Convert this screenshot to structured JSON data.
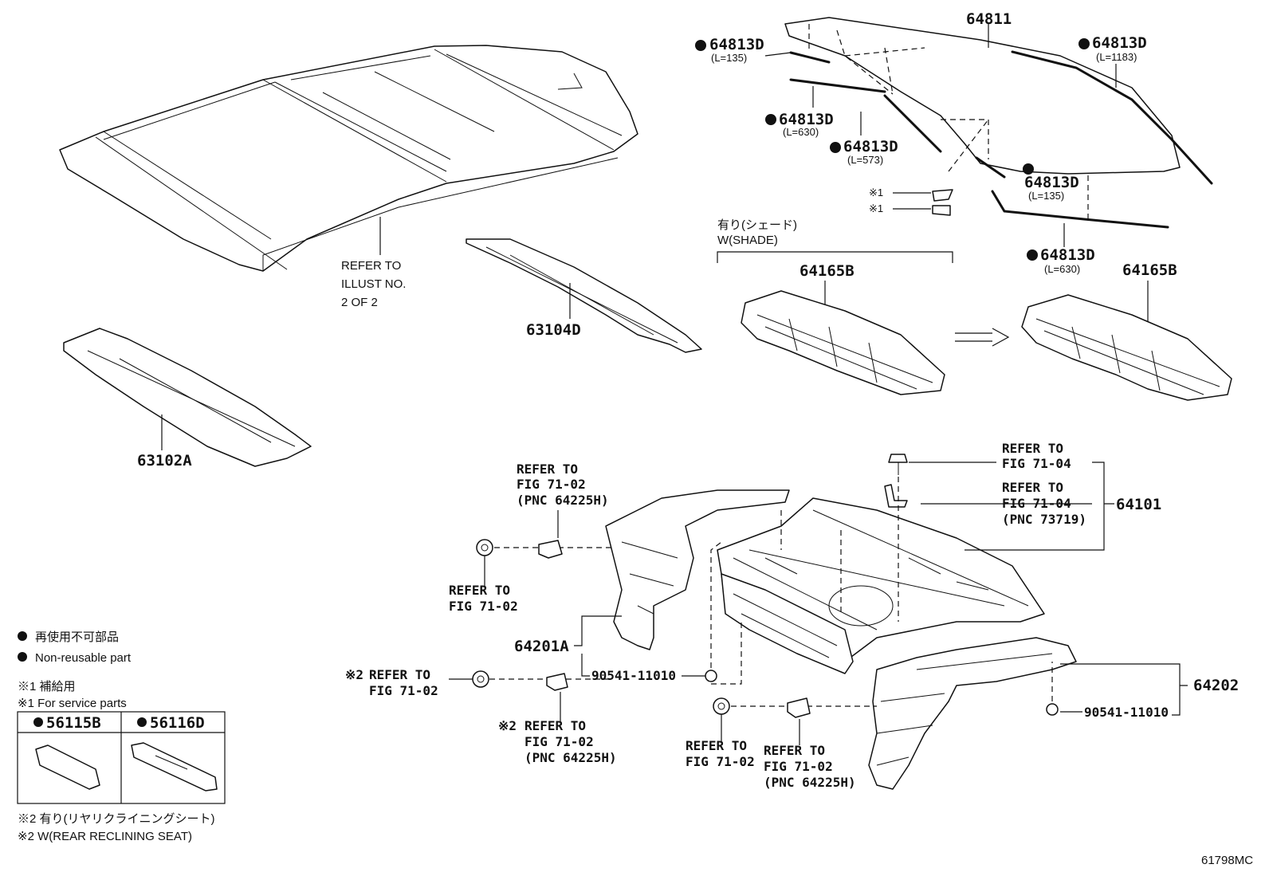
{
  "labels": {
    "p64811": "64811",
    "p64813d_a": "64813D",
    "len_a": "(L=135)",
    "p64813d_b": "64813D",
    "len_b": "(L=1183)",
    "p64813d_c": "64813D",
    "len_c": "(L=630)",
    "p64813d_d": "64813D",
    "len_d": "(L=573)",
    "p64813d_e": "64813D",
    "len_e": "(L=135)",
    "p64813d_f": "64813D",
    "len_f": "(L=630)",
    "service_mark_1": "※1",
    "service_mark_2": "※1",
    "shade_jp": "有り(シェード)",
    "shade_en": "W(SHADE)",
    "p64165b_a": "64165B",
    "p64165b_b": "64165B",
    "p63104d": "63104D",
    "p63102a": "63102A",
    "refer_illust_1": "REFER TO",
    "refer_illust_2": "ILLUST NO.",
    "refer_illust_3": "2 OF 2",
    "p64101": "64101",
    "p64201a": "64201A",
    "p64202": "64202",
    "p90541_a": "90541-11010",
    "p90541_b": "90541-11010",
    "ref_7104_a1": "REFER TO",
    "ref_7104_a2": "FIG 71-04",
    "ref_7104_b1": "REFER TO",
    "ref_7104_b2": "FIG 71-04",
    "ref_7104_b3": "(PNC 73719)",
    "ref_7102_a1": "REFER TO",
    "ref_7102_a2": "FIG 71-02",
    "ref_7102_a3": "(PNC 64225H)",
    "ref_7102_b1": "REFER TO",
    "ref_7102_b2": "FIG 71-02",
    "ref_7102_c0": "※2",
    "ref_7102_c1": "REFER TO",
    "ref_7102_c2": "FIG 71-02",
    "ref_7102_d0": "※2",
    "ref_7102_d1": "REFER TO",
    "ref_7102_d2": "FIG 71-02",
    "ref_7102_d3": "(PNC 64225H)",
    "ref_7102_e1": "REFER TO",
    "ref_7102_e2": "FIG 71-02",
    "ref_7102_f1": "REFER TO",
    "ref_7102_f2": "FIG 71-02",
    "ref_7102_f3": "(PNC 64225H)",
    "p56115b": "56115B",
    "p56116d": "56116D",
    "figure_code": "61798MC"
  },
  "legend": {
    "non_reusable_jp": "再使用不可部品",
    "non_reusable_en": "Non-reusable part",
    "service_jp": "※1 補給用",
    "service_en": "※1 For service parts",
    "recline_jp": "※2 有り(リヤリクライニングシート)",
    "recline_en": "※2 W(REAR RECLINING SEAT)"
  },
  "colors": {
    "ink": "#111111",
    "background": "#ffffff"
  }
}
